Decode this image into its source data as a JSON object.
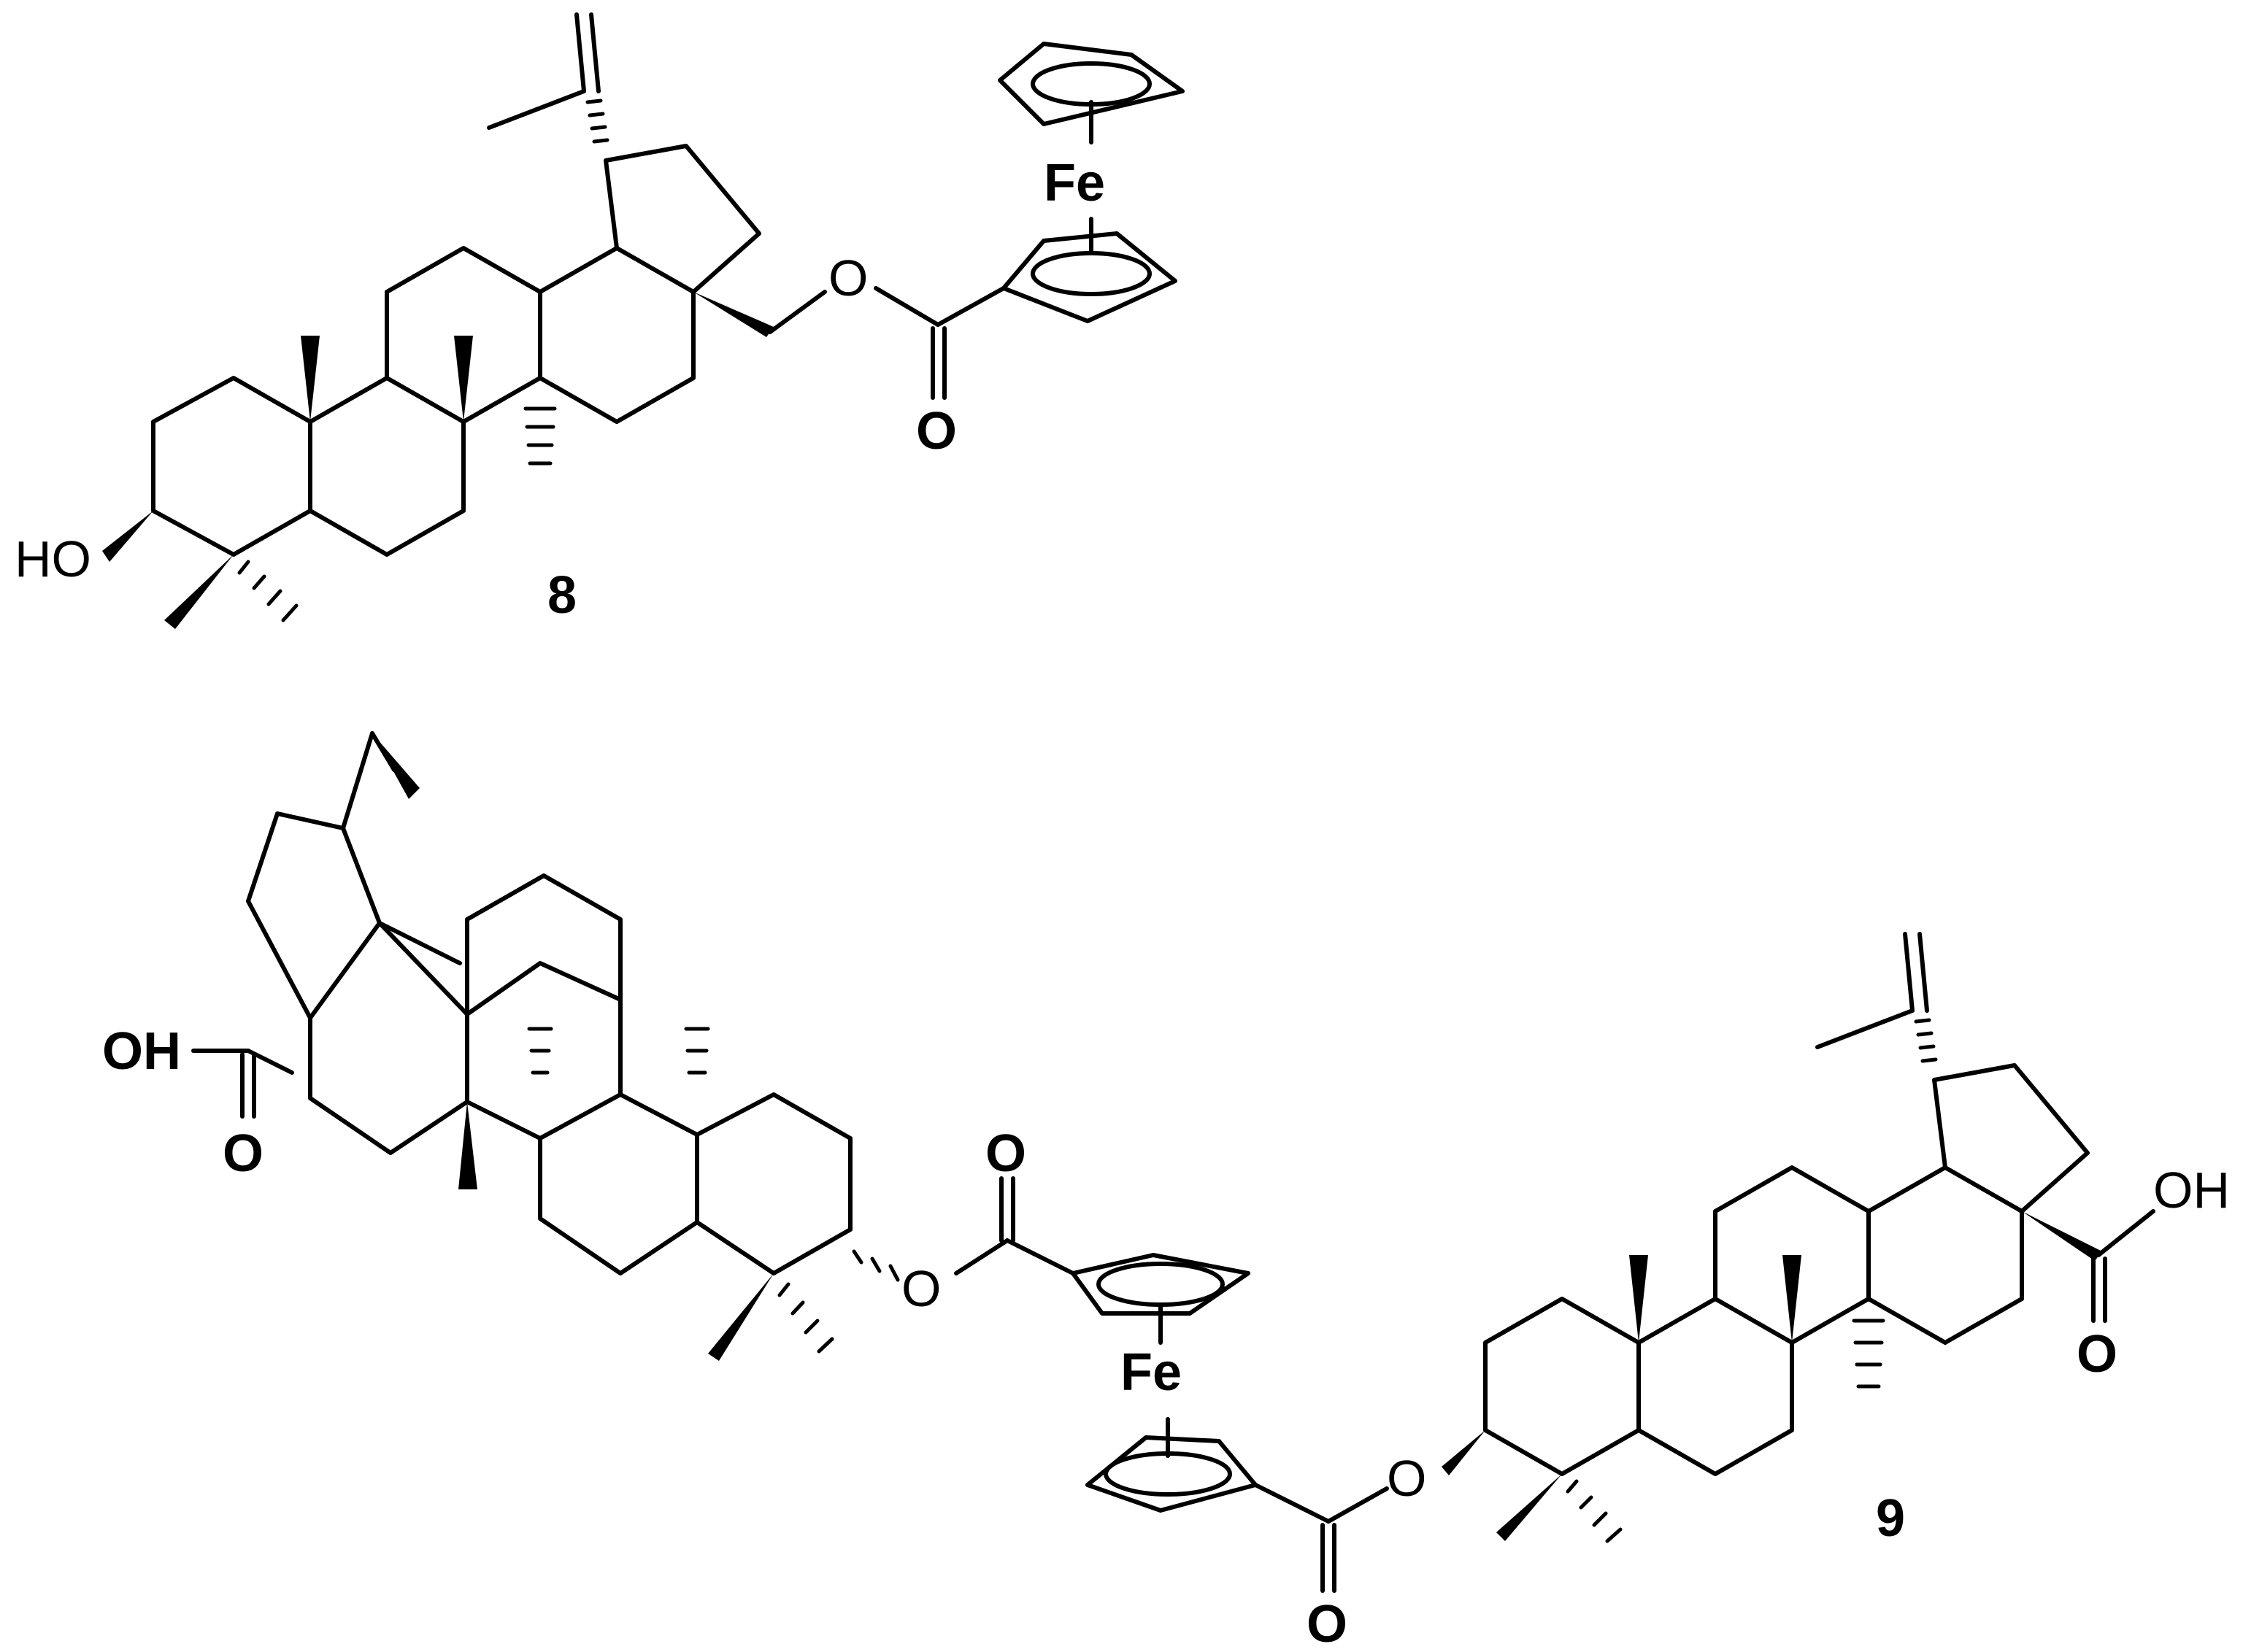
{
  "compounds": [
    {
      "id": "8",
      "label": "8"
    },
    {
      "id": "9",
      "label": "9"
    }
  ],
  "atom_labels": {
    "c8_fe": "Fe",
    "c8_ester_o": "O",
    "c8_carbonyl_o": "O",
    "c8_ho": "HO",
    "c9_fe": "Fe",
    "c9_oh_left": "OH",
    "c9_acid_o_left": "O",
    "c9_carbonyl_o_top": "O",
    "c9_ester_o_left": "O",
    "c9_carbonyl_o_bottom": "O",
    "c9_ester_o_right": "O",
    "c9_oh_right": "OH",
    "c9_acid_o_right": "O"
  }
}
